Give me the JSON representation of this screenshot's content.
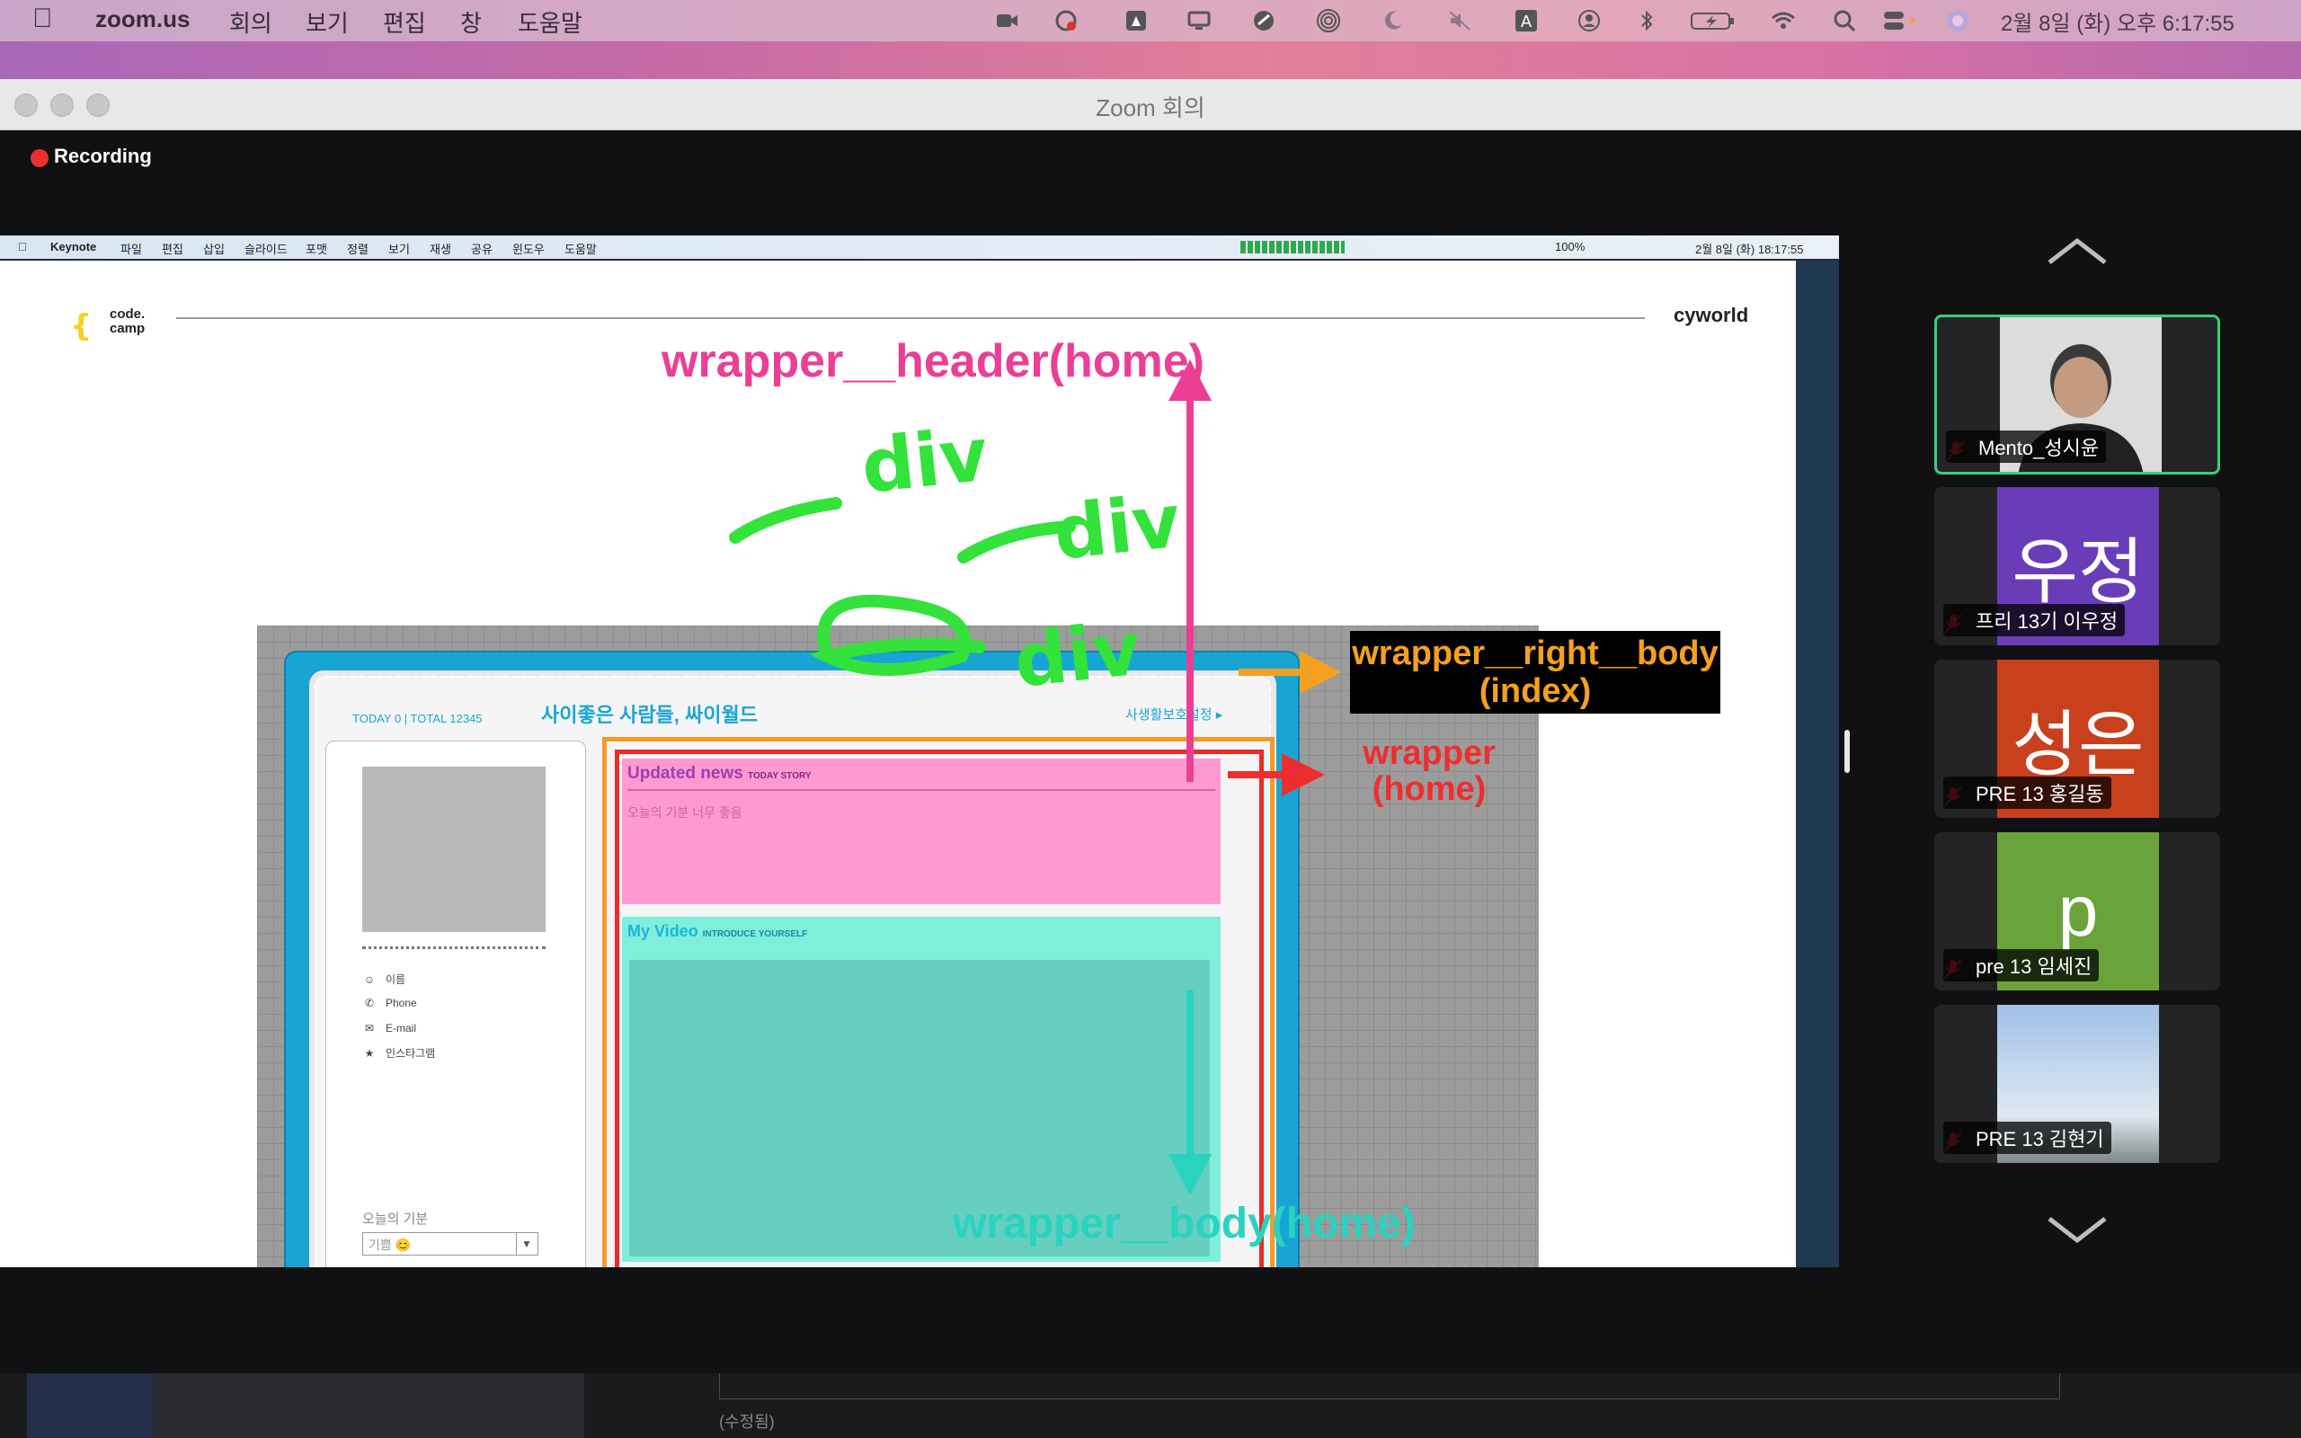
{
  "menubar": {
    "app": "zoom.us",
    "items": [
      "회의",
      "보기",
      "편집",
      "창",
      "도움말"
    ],
    "clock": "2월 8일 (화) 오후 6:17:55"
  },
  "window": {
    "title": "Zoom 회의",
    "recording": "Recording"
  },
  "shared_screen": {
    "keynote_menubar": {
      "app": "Keynote",
      "items": [
        "파일",
        "편집",
        "삽입",
        "슬라이드",
        "포맷",
        "정렬",
        "보기",
        "재생",
        "공유",
        "윈도우",
        "도움말"
      ],
      "status": "100%",
      "clock": "2월 8일 (화) 18:17:55"
    },
    "slide": {
      "logo_line1": "code.",
      "logo_line2": "camp",
      "brand": "cyworld",
      "labels": {
        "header": "wrapper__header(home)",
        "right_body_line1": "wrapper__right__body",
        "right_body_line2": "(index)",
        "wrapper_line1": "wrapper",
        "wrapper_line2": "(home)",
        "body": "wrapper__body(home)"
      },
      "annotations": [
        "div",
        "div",
        "div"
      ],
      "mockup": {
        "today": "TODAY 0  |  TOTAL 12345",
        "title": "사이좋은 사람들, 싸이월드",
        "setting": "사생활보호설정 ▸",
        "profile_rows": [
          {
            "icon": "☺",
            "label": "이름"
          },
          {
            "icon": "✆",
            "label": "Phone"
          },
          {
            "icon": "✉",
            "label": "E-mail"
          },
          {
            "icon": "★",
            "label": "인스타그램"
          }
        ],
        "mood_label": "오늘의 기분",
        "mood_value": "기쁨 😊",
        "news_title": "Updated news",
        "news_sub": "TODAY STORY",
        "news_text": "오늘의 기분 너무 좋음",
        "video_title": "My Video",
        "video_sub": "INTRODUCE YOURSELF"
      }
    }
  },
  "participants": [
    {
      "name": "Mento_성시윤",
      "avatar": "",
      "color": "#d8d8d8",
      "active": true
    },
    {
      "name": "프리 13기 이우정",
      "avatar": "우정",
      "color": "#6a3db8",
      "active": false
    },
    {
      "name": "PRE 13 홍길동",
      "avatar": "성은",
      "color": "#c8401c",
      "active": false
    },
    {
      "name": "pre 13 임세진",
      "avatar": "p",
      "color": "#6aa33a",
      "active": false
    },
    {
      "name": "PRE 13 김현기",
      "avatar": "",
      "color": "#9fc0e6",
      "active": false
    }
  ],
  "bottom": {
    "edited": "(수정됨)"
  }
}
